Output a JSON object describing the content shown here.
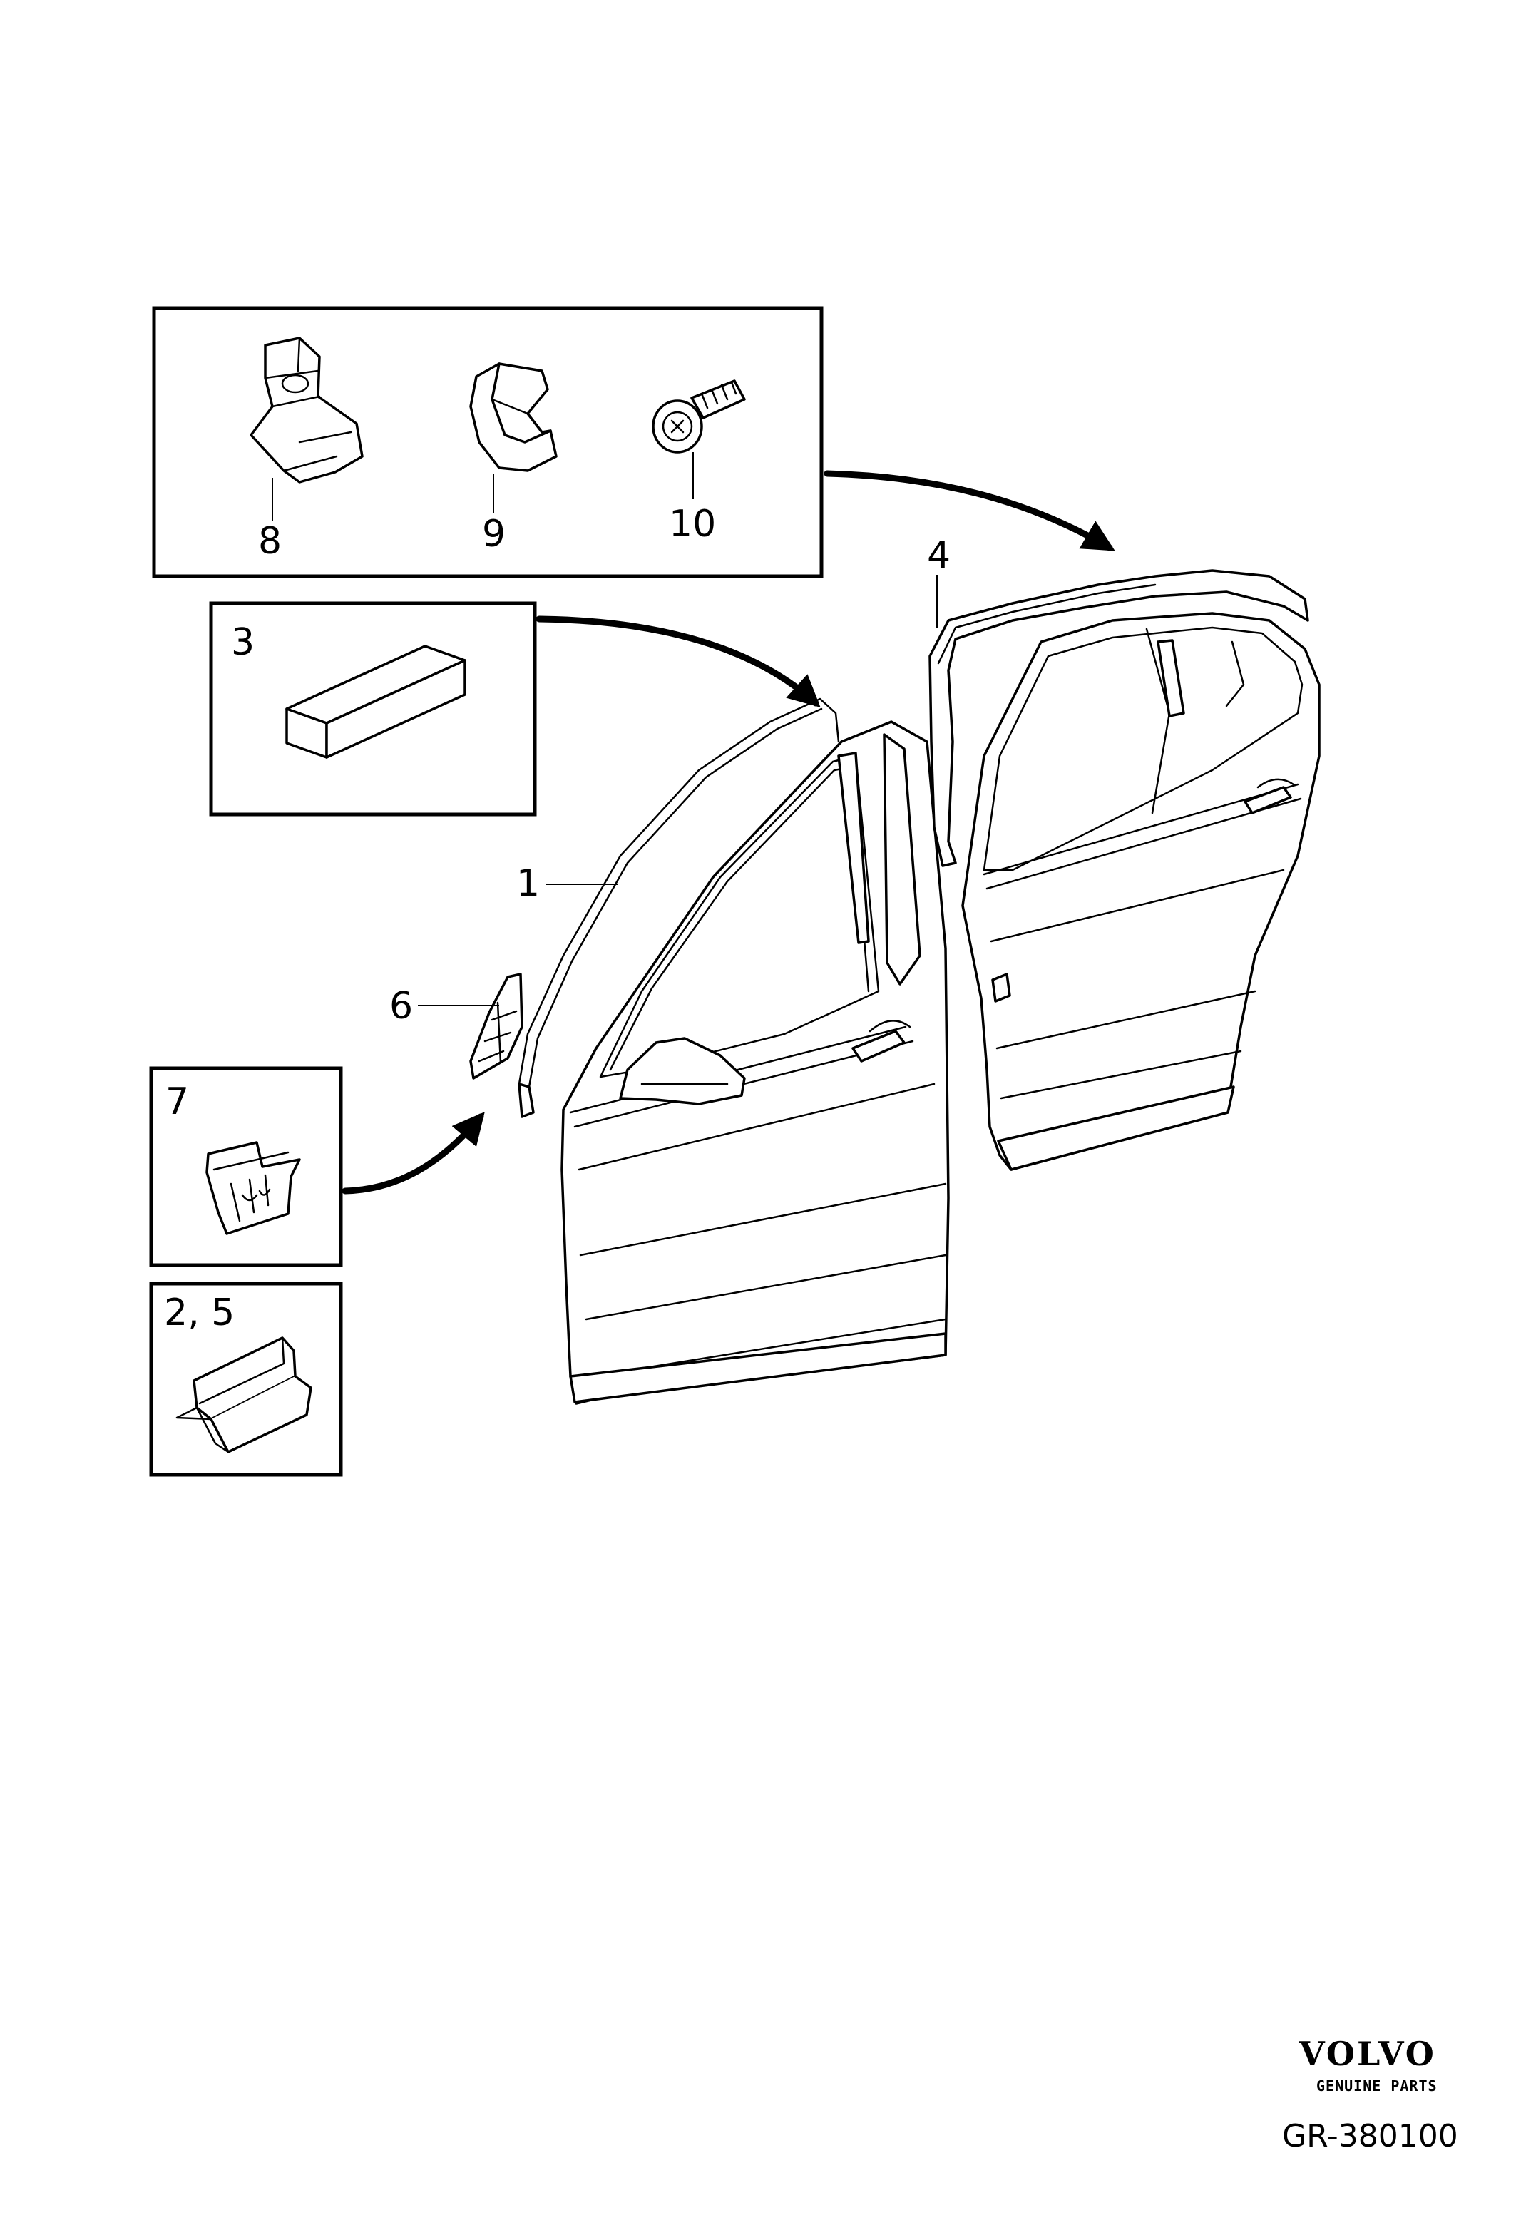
{
  "callouts": {
    "c1": "1",
    "c2_5": "2, 5",
    "c3": "3",
    "c4": "4",
    "c6": "6",
    "c7": "7",
    "c8": "8",
    "c9": "9",
    "c10": "10"
  },
  "brand": {
    "name": "VOLVO",
    "tagline": "GENUINE PARTS"
  },
  "diagram_code": "GR-380100"
}
